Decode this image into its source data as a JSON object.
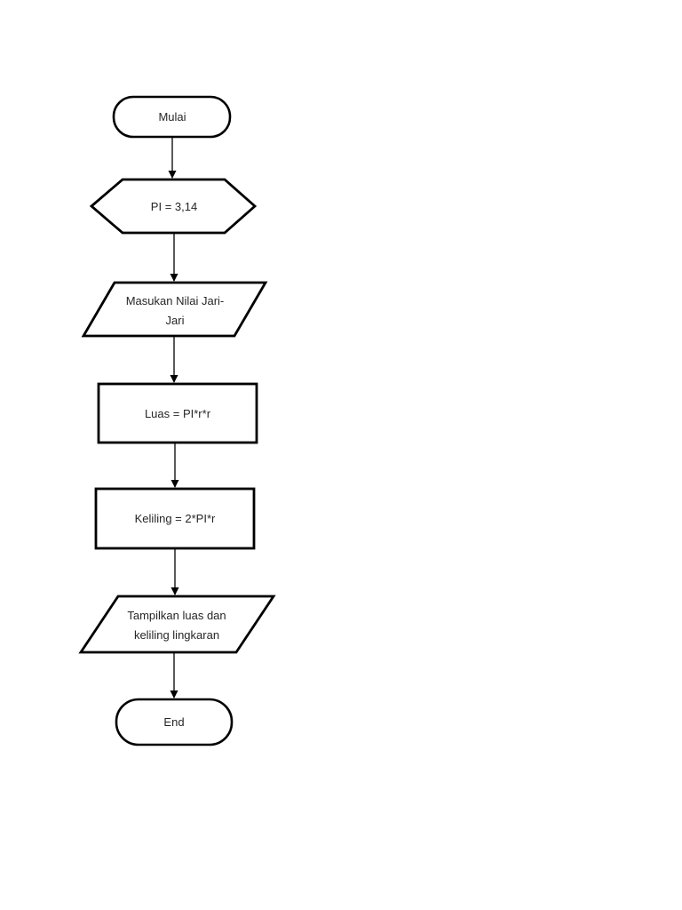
{
  "page": {
    "background_color": "#ffffff"
  },
  "flowchart": {
    "colors": {
      "shape_fill": "#ffffff",
      "shape_stroke": "#000000",
      "text": "#262626"
    },
    "nodes": {
      "start": {
        "type": "terminator",
        "label": "Mulai"
      },
      "init": {
        "type": "preparation",
        "label": "PI = 3,14"
      },
      "input": {
        "type": "input-output",
        "line1": "Masukan Nilai Jari-",
        "line2": "Jari"
      },
      "luas": {
        "type": "process",
        "label": "Luas = PI*r*r"
      },
      "keliling": {
        "type": "process",
        "label": "Keliling = 2*PI*r"
      },
      "output": {
        "type": "input-output",
        "line1": "Tampilkan luas dan",
        "line2": "keliling lingkaran"
      },
      "end": {
        "type": "terminator",
        "label": "End"
      }
    },
    "connections": [
      {
        "from": "start",
        "to": "init"
      },
      {
        "from": "init",
        "to": "input"
      },
      {
        "from": "input",
        "to": "luas"
      },
      {
        "from": "luas",
        "to": "keliling"
      },
      {
        "from": "keliling",
        "to": "output"
      },
      {
        "from": "output",
        "to": "end"
      }
    ]
  }
}
